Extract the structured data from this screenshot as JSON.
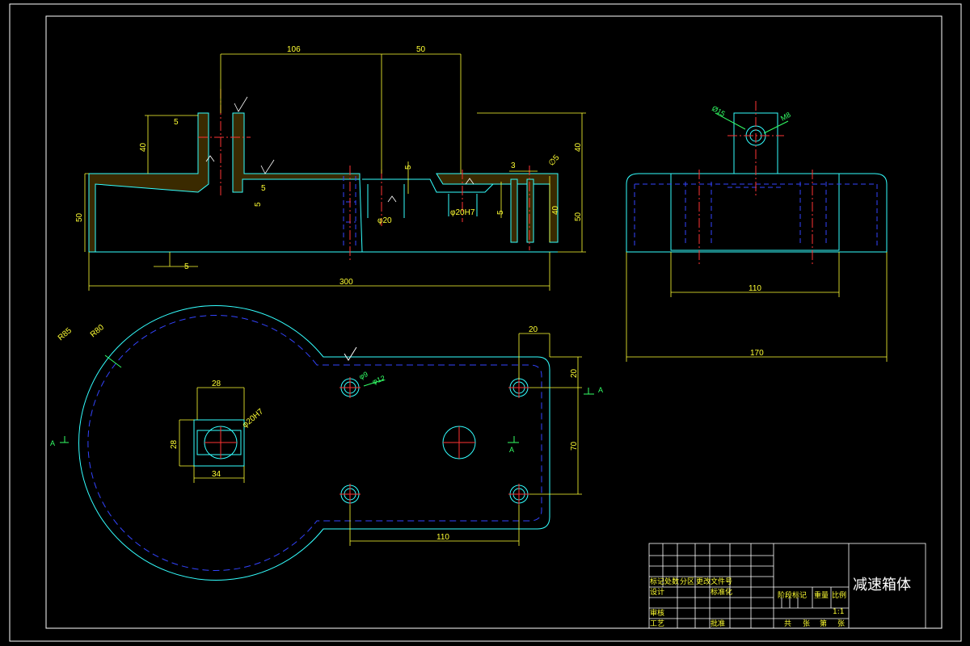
{
  "drawing": {
    "title": "减速箱体",
    "colors": {
      "background": "#000000",
      "frame": "#ffffff",
      "outline": "#33ffff",
      "hidden": "#3344ff",
      "center": "#ff3333",
      "dimension": "#ffff33",
      "callout": "#33ff66"
    }
  },
  "front_view": {
    "dims": {
      "d106": "106",
      "d50_top": "50",
      "d5_a": "5",
      "d40_left": "40",
      "d50_left": "50",
      "d5_b": "5",
      "d5_c": "5",
      "d300": "300",
      "d5_bottom": "5",
      "d3": "3",
      "d5_d": "5",
      "d40_right_top": "40",
      "d40_right": "40",
      "d50_right": "50",
      "d5_e": "5",
      "phi20": "φ20",
      "phi20h7": "φ20H7",
      "c05": "∅5"
    }
  },
  "side_view": {
    "dims": {
      "d110": "110",
      "d170": "170",
      "c_phi15": "Ø15",
      "c_m8": "M8"
    }
  },
  "top_view": {
    "dims": {
      "r85": "R85",
      "r80": "R80",
      "d28_top": "28",
      "d28_left": "28",
      "d34": "34",
      "phi20h7": "φ20H7",
      "phi9": "φ9",
      "phi12": "φ12",
      "d20_top": "20",
      "d20_right": "20",
      "d70": "70",
      "d110": "110"
    },
    "section_mark": "A"
  },
  "title_block": {
    "labels": {
      "mark": "标记",
      "count": "处数",
      "zone": "分区",
      "change_doc": "更改文件号",
      "design": "设计",
      "standard": "标准化",
      "review": "审核",
      "process": "工艺",
      "approve": "批准",
      "stage": "阶段标记",
      "weight": "重量",
      "scale": "比例",
      "total": "共",
      "sheets": "张",
      "page": "第",
      "sheet": "张"
    },
    "scale_value": "1:1"
  }
}
